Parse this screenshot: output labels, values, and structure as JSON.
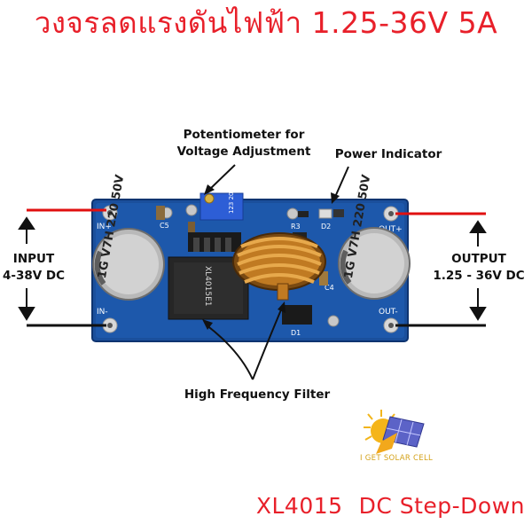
{
  "title": "วงจรลดแรงดันไฟฟ้า 1.25-36V 5A",
  "labels": {
    "potentiometer_line1": "Potentiometer for",
    "potentiometer_line2": "Voltage Adjustment",
    "power_indicator": "Power Indicator",
    "input_line1": "INPUT",
    "input_line2": "4-38V DC",
    "output_line1": "OUTPUT",
    "output_line2": "1.25 - 36V DC",
    "high_frequency_filter": "High Frequency Filter"
  },
  "board": {
    "pad_in_plus": "IN+",
    "pad_in_minus": "IN-",
    "pad_out_plus": "OUT+",
    "pad_out_minus": "OUT-",
    "c5": "C5",
    "r3": "R3",
    "d2": "D2",
    "c4": "C4",
    "d1": "D1",
    "cap_text_left": "1G V7H 220 50V",
    "cap_text_right": "1G V7H 220 50V",
    "pot_text": "123 205 M",
    "chip_text": "XL4015E1"
  },
  "brand_text": "I GET SOLAR CELL",
  "footer": {
    "model": "XL4015",
    "description": "DC Step-Down"
  },
  "colors": {
    "title": "#e8202a",
    "board": "#1a4f9c",
    "wire_red": "#e01010",
    "wire_black": "#111111"
  }
}
